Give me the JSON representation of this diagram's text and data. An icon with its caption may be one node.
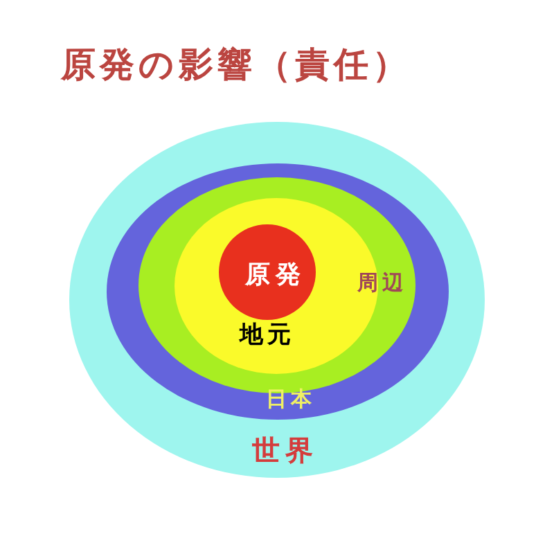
{
  "diagram": {
    "title": "原発の影響（責任）",
    "nodes": [
      {
        "text": [
          "世界"
        ]
      },
      {
        "text": [
          "日本"
        ],
        "in": 0
      },
      {
        "text": [
          "周辺"
        ],
        "in": 1
      },
      {
        "text": [
          "地元"
        ],
        "in": 2
      },
      {
        "text": [
          "原発"
        ],
        "in": 3
      }
    ]
  }
}
